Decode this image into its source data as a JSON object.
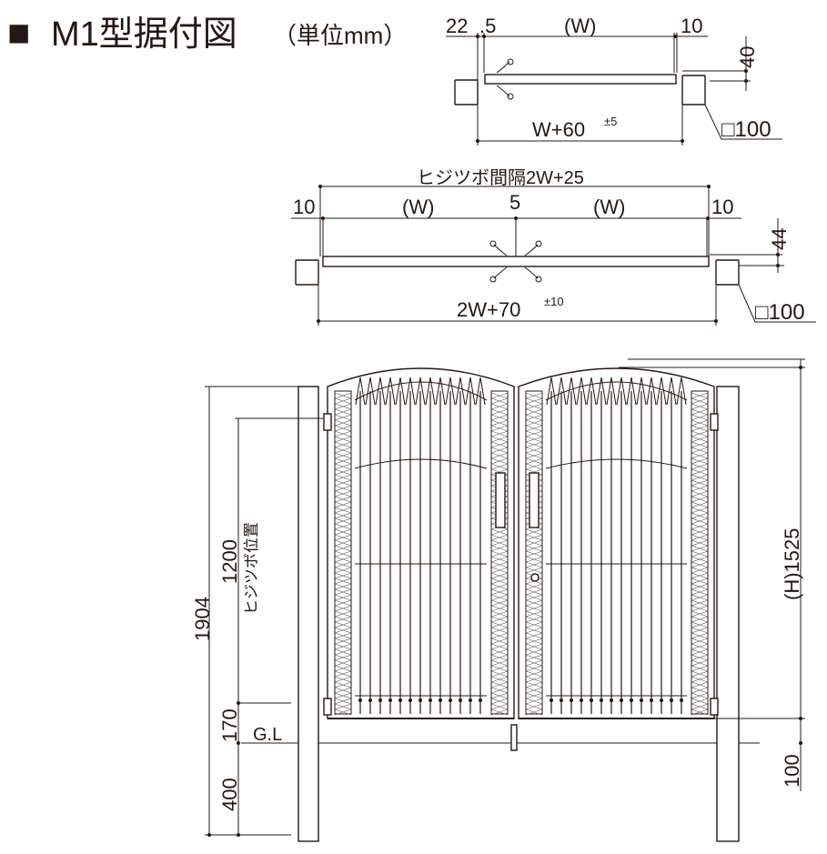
{
  "title": {
    "mark": "■",
    "main": "M1型据付図",
    "unit": "（単位mm）"
  },
  "plan_single": {
    "dim_left_a": "22",
    "dim_left_b": ".5",
    "dim_width": "(W)",
    "dim_right": "10",
    "dim_depth": "40",
    "dim_total": "W+60",
    "dim_total_tol": "±5",
    "post_size": "□100"
  },
  "plan_double": {
    "hinge_spacing": "ヒジツボ間隔2W+25",
    "dim_left": "10",
    "dim_width_left": "(W)",
    "dim_gap": "5",
    "dim_width_right": "(W)",
    "dim_right": "10",
    "dim_depth": "44",
    "dim_total": "2W+70",
    "dim_total_tol": "±10",
    "post_size": "□100"
  },
  "elevation": {
    "post_total": "1904",
    "hinge_height": "1200",
    "hinge_label": "ヒジツボ位置",
    "bottom_gap": "170",
    "embed_depth": "400",
    "ground_line": "G.L",
    "gate_height": "(H)1525",
    "right_gap": "100"
  }
}
